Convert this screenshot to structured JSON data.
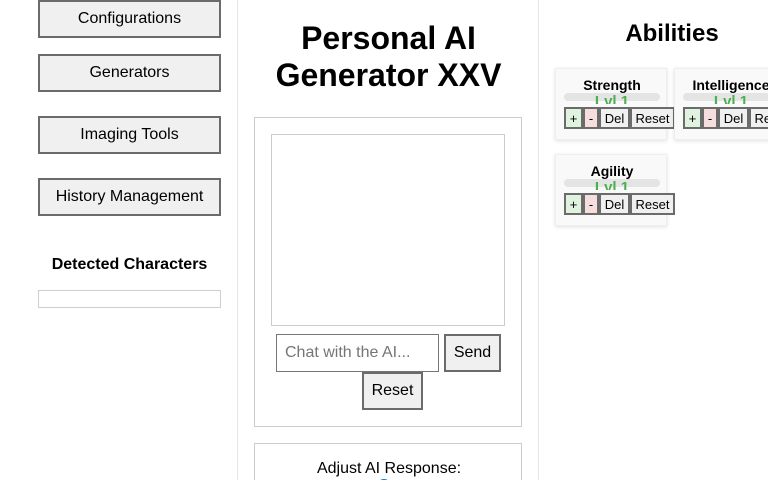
{
  "sidebar": {
    "nav": [
      {
        "label": "Configurations"
      },
      {
        "label": "Generators"
      },
      {
        "label": "Imaging Tools"
      },
      {
        "label": "History Management"
      }
    ],
    "detected_title": "Detected Characters"
  },
  "center": {
    "title_line1": "Personal AI",
    "title_line2": "Generator XXV",
    "chat": {
      "input_placeholder": "Chat with the AI...",
      "input_value": "",
      "send_label": "Send",
      "reset_label": "Reset"
    },
    "adjust_label": "Adjust AI Response:"
  },
  "abilities": {
    "title": "Abilities",
    "items": [
      {
        "name": "Strength",
        "level": "Lvl 1"
      },
      {
        "name": "Intelligence",
        "level": "Lvl 1"
      },
      {
        "name": "Agility",
        "level": "Lvl 1"
      }
    ],
    "buttons": {
      "plus": "+",
      "minus": "-",
      "delete": "Del",
      "reset": "Reset"
    },
    "level_color": "#4caf50"
  }
}
